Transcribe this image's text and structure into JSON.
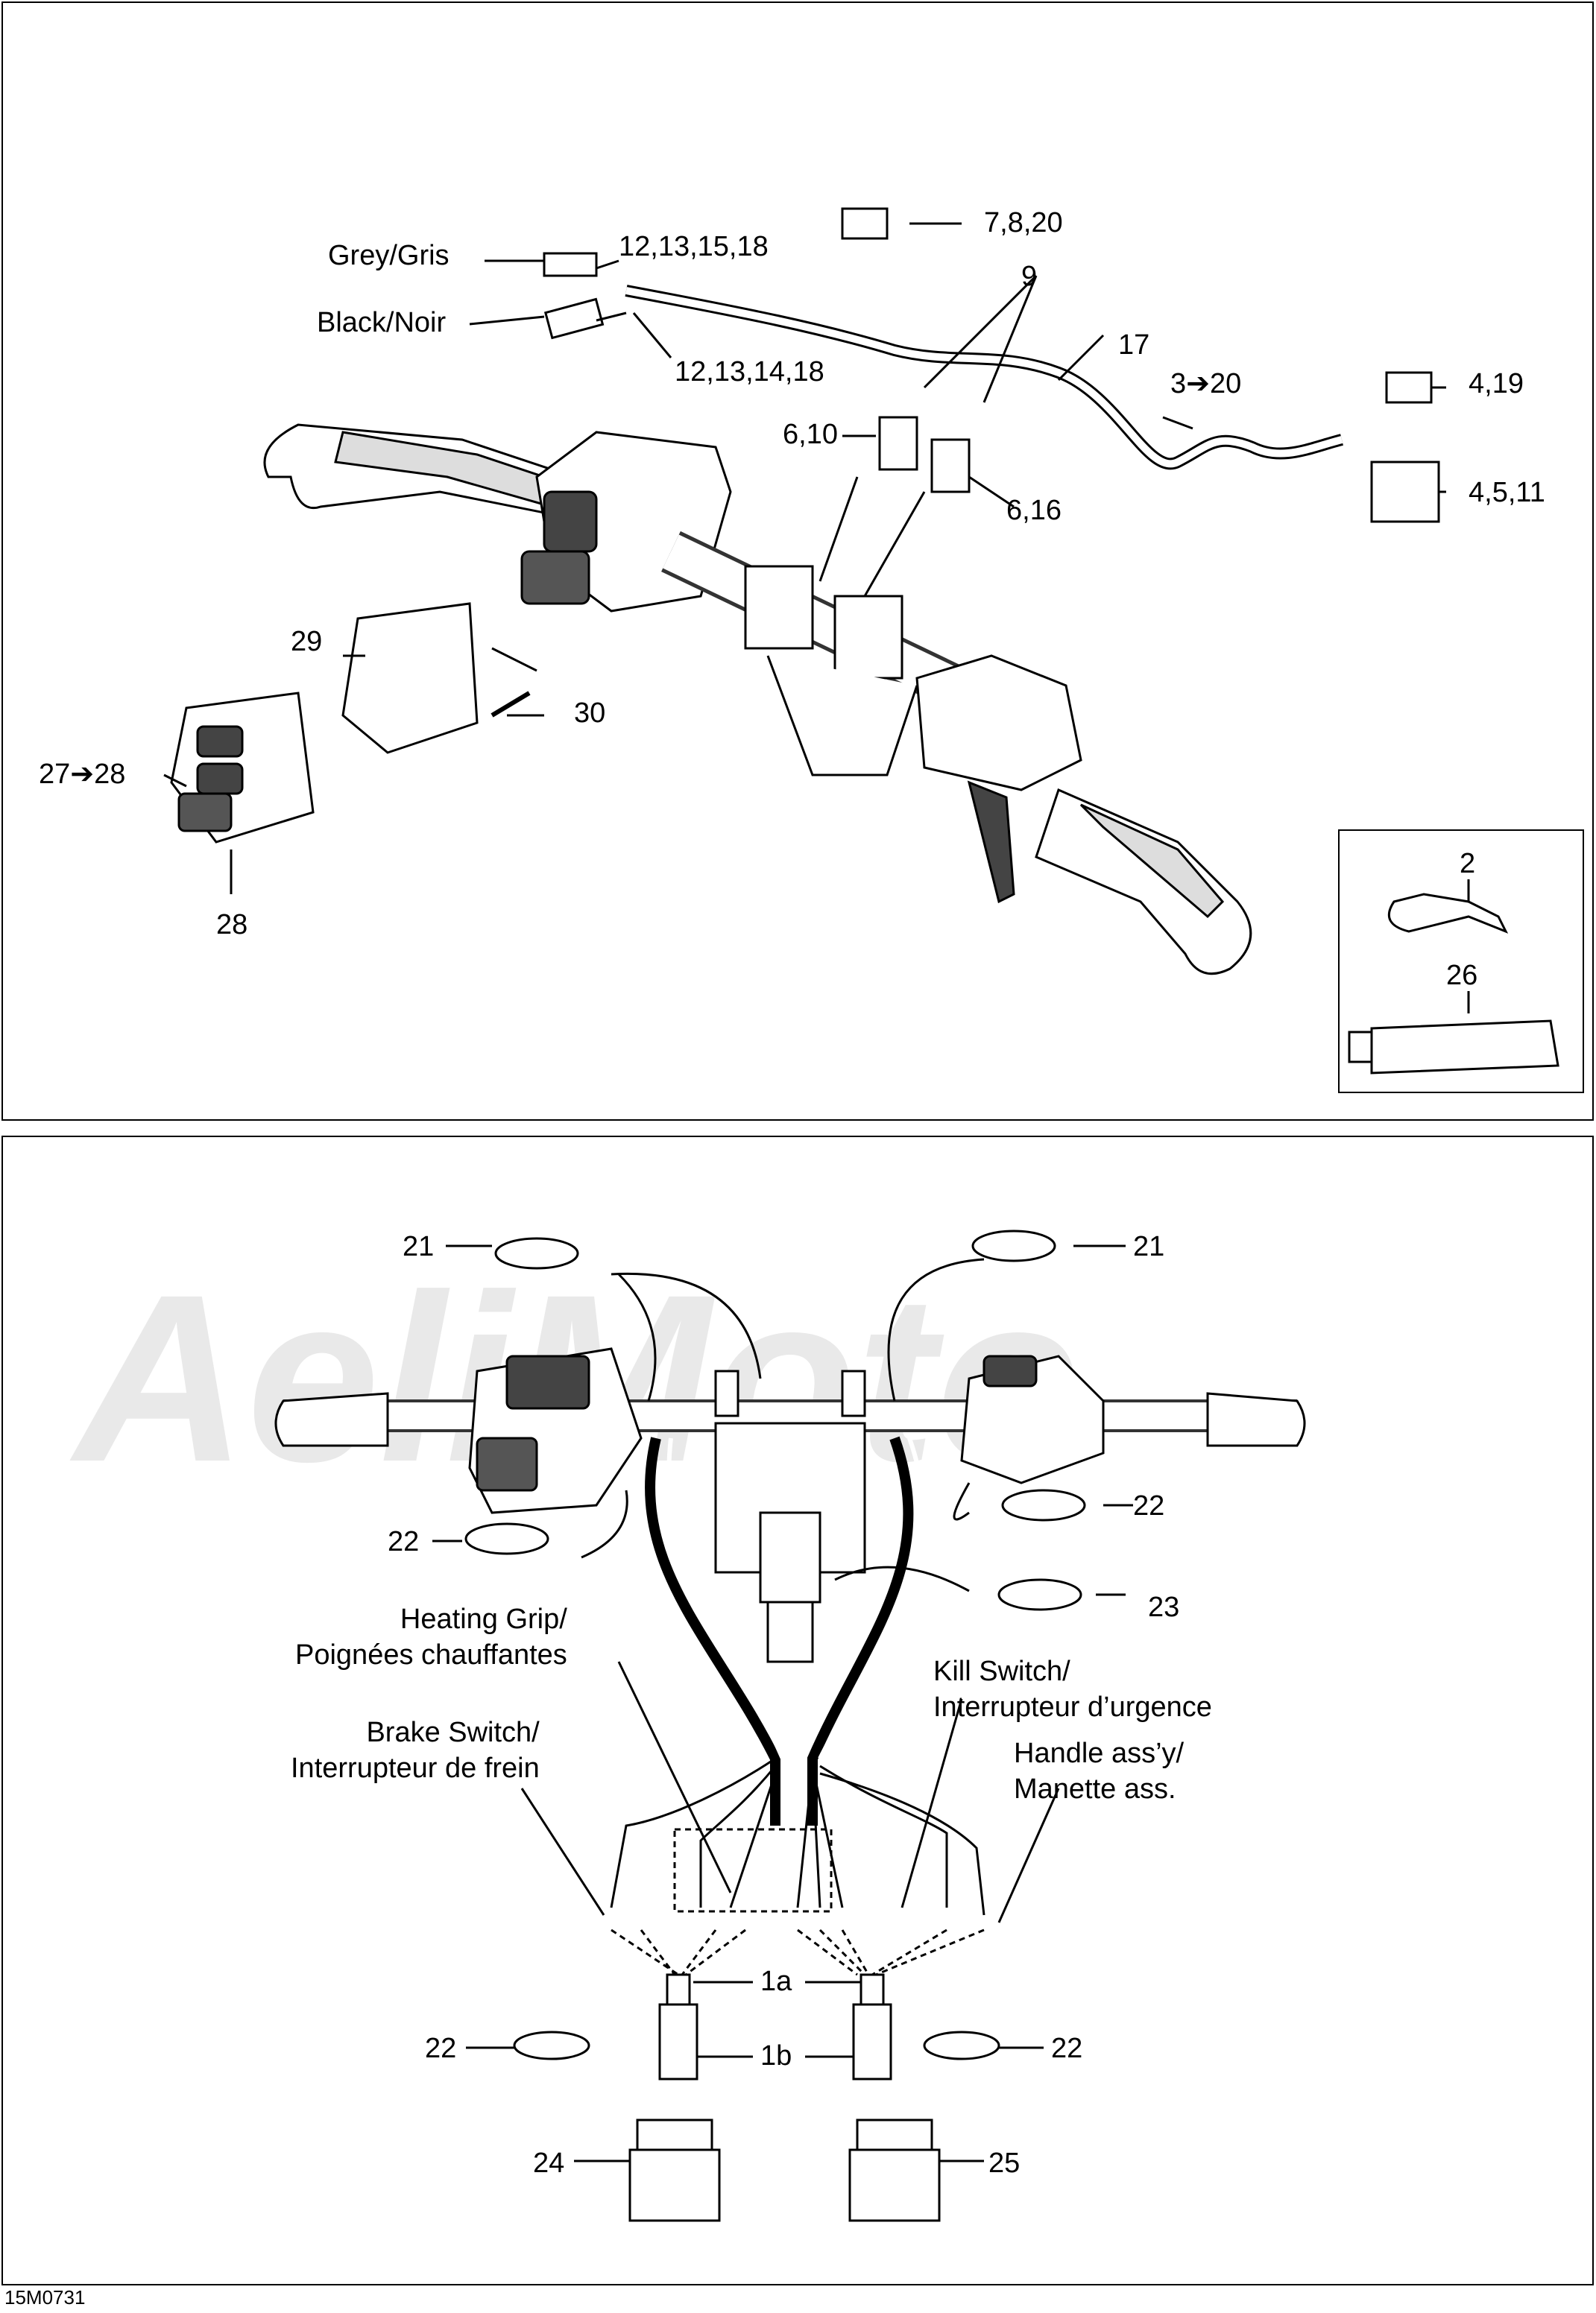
{
  "diagram": {
    "figure_code": "15M0731",
    "watermark": "AeliMoto",
    "top_labels": {
      "grey": "Grey/Gris",
      "grey_refs": "12,13,15,18",
      "black": "Black/Noir",
      "black_refs": "12,13,14,18",
      "r7820": "7,8,20",
      "r9": "9",
      "r17": "17",
      "r3to20": "3➔20",
      "r419": "4,19",
      "r4511": "4,5,11",
      "r610": "6,10",
      "r616": "6,16",
      "r29": "29",
      "r30": "30",
      "r27to28": "27➔28",
      "r28": "28",
      "r2": "2",
      "r26": "26"
    },
    "bottom_labels": {
      "r21_left": "21",
      "r21_right": "21",
      "r22_a": "22",
      "r22_b": "22",
      "r23": "23",
      "heating": "Heating Grip/\nPoignées chauffantes",
      "kill": "Kill Switch/\nInterrupteur d’urgence",
      "brake": "Brake Switch/\nInterrupteur de frein",
      "handle": "Handle ass’y/\nManette ass.",
      "r1a": "1a",
      "r1b": "1b",
      "r22_c": "22",
      "r22_d": "22",
      "r24": "24",
      "r25": "25"
    }
  }
}
